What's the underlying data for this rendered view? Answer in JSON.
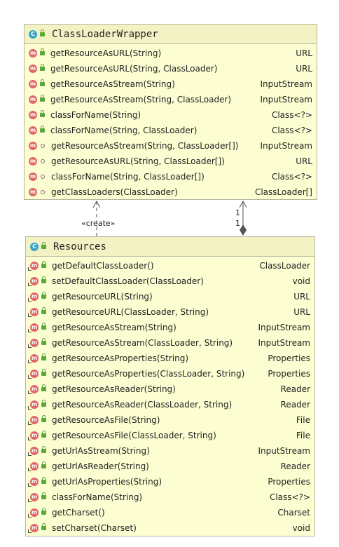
{
  "wrapper": {
    "title": "ClassLoaderWrapper",
    "icon": "C",
    "methods": [
      {
        "sig": "getResourceAsURL(String)",
        "ret": "URL",
        "vis": "public"
      },
      {
        "sig": "getResourceAsURL(String, ClassLoader)",
        "ret": "URL",
        "vis": "public"
      },
      {
        "sig": "getResourceAsStream(String)",
        "ret": "InputStream",
        "vis": "public"
      },
      {
        "sig": "getResourceAsStream(String, ClassLoader)",
        "ret": "InputStream",
        "vis": "public"
      },
      {
        "sig": "classForName(String)",
        "ret": "Class<?>",
        "vis": "public"
      },
      {
        "sig": "classForName(String, ClassLoader)",
        "ret": "Class<?>",
        "vis": "public"
      },
      {
        "sig": "getResourceAsStream(String, ClassLoader[])",
        "ret": "InputStream",
        "vis": "package"
      },
      {
        "sig": "getResourceAsURL(String, ClassLoader[])",
        "ret": "URL",
        "vis": "package"
      },
      {
        "sig": "classForName(String, ClassLoader[])",
        "ret": "Class<?>",
        "vis": "package"
      },
      {
        "sig": "getClassLoaders(ClassLoader)",
        "ret": "ClassLoader[]",
        "vis": "package"
      }
    ]
  },
  "resources": {
    "title": "Resources",
    "icon": "C",
    "methods": [
      {
        "sig": "getDefaultClassLoader()",
        "ret": "ClassLoader"
      },
      {
        "sig": "setDefaultClassLoader(ClassLoader)",
        "ret": "void"
      },
      {
        "sig": "getResourceURL(String)",
        "ret": "URL"
      },
      {
        "sig": "getResourceURL(ClassLoader, String)",
        "ret": "URL"
      },
      {
        "sig": "getResourceAsStream(String)",
        "ret": "InputStream"
      },
      {
        "sig": "getResourceAsStream(ClassLoader, String)",
        "ret": "InputStream"
      },
      {
        "sig": "getResourceAsProperties(String)",
        "ret": "Properties"
      },
      {
        "sig": "getResourceAsProperties(ClassLoader, String)",
        "ret": "Properties"
      },
      {
        "sig": "getResourceAsReader(String)",
        "ret": "Reader"
      },
      {
        "sig": "getResourceAsReader(ClassLoader, String)",
        "ret": "Reader"
      },
      {
        "sig": "getResourceAsFile(String)",
        "ret": "File"
      },
      {
        "sig": "getResourceAsFile(ClassLoader, String)",
        "ret": "File"
      },
      {
        "sig": "getUrlAsStream(String)",
        "ret": "InputStream"
      },
      {
        "sig": "getUrlAsReader(String)",
        "ret": "Reader"
      },
      {
        "sig": "getUrlAsProperties(String)",
        "ret": "Properties"
      },
      {
        "sig": "classForName(String)",
        "ret": "Class<?>"
      },
      {
        "sig": "getCharset()",
        "ret": "Charset"
      },
      {
        "sig": "setCharset(Charset)",
        "ret": "void"
      }
    ]
  },
  "relations": {
    "create_label": "«create»",
    "mult_top": "1",
    "mult_bottom": "1"
  },
  "method_icon_letter": "m"
}
